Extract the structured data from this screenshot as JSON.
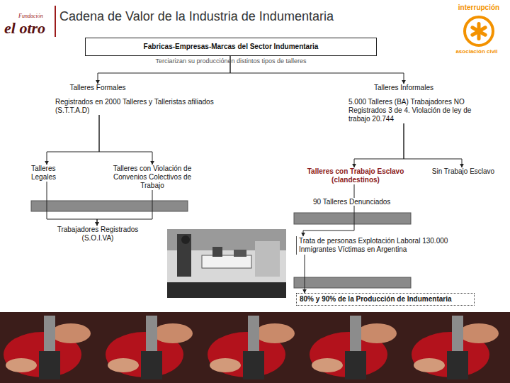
{
  "diagram": {
    "title": "Cadena de Valor de la Industria de Indumentaria",
    "nodes": [
      {
        "text": [
          "Fabricas-Empresas-Marcas del Sector Indumentaria"
        ]
      },
      {
        "text": [
          "Talleres Formales",
          "Registrados en 2000 Talleres y Talleristas afiliados (S.T.T.A.D)"
        ]
      },
      {
        "text": [
          "Talleres Informales",
          "5.000 Talleres (BA) Trabajadores NO Registrados 3 de 4. Violación de ley de trabajo 20.744"
        ]
      },
      {
        "text": [
          "Talleres Legales"
        ]
      },
      {
        "text": [
          "Talleres con Violación de Convenios Colectivos de Trabajo"
        ]
      },
      {
        "text": [
          "Talleres con Trabajo Esclavo (clandestinos)"
        ]
      },
      {
        "text": [
          "Sin Trabajo Esclavo"
        ]
      },
      {
        "text": [
          "Trabajadores Registrados (S.O.I.VA)"
        ]
      },
      {
        "text": [
          "Trata de personas Explotación Laboral 130.000 Inmigrantes Víctimas en Argentina"
        ]
      },
      {
        "text": [
          "80% y 90% de la Producción de Indumentaria"
        ]
      }
    ],
    "edges": [
      {
        "from": 0,
        "to": 1,
        "arrow": "to"
      },
      {
        "from": 0,
        "to": 2,
        "arrow": "to"
      },
      {
        "from": 1,
        "to": 3,
        "arrow": "to"
      },
      {
        "from": 1,
        "to": 4,
        "arrow": "to"
      },
      {
        "from": 2,
        "to": 5,
        "arrow": "to"
      },
      {
        "from": 2,
        "to": 6,
        "arrow": "to"
      },
      {
        "from": 3,
        "to": 7,
        "arrow": "to"
      },
      {
        "from": 4,
        "to": 7,
        "arrow": "to"
      },
      {
        "from": 5,
        "to": 8,
        "arrow": "to"
      },
      {
        "from": 8,
        "to": 9,
        "arrow": "to"
      }
    ],
    "labels": [
      "Fundación",
      "el otro",
      "interrupción",
      "asociación civil",
      "Terciarizan su producciónen distintos tipos de talleres",
      "90 Talleres Denunciados"
    ]
  }
}
